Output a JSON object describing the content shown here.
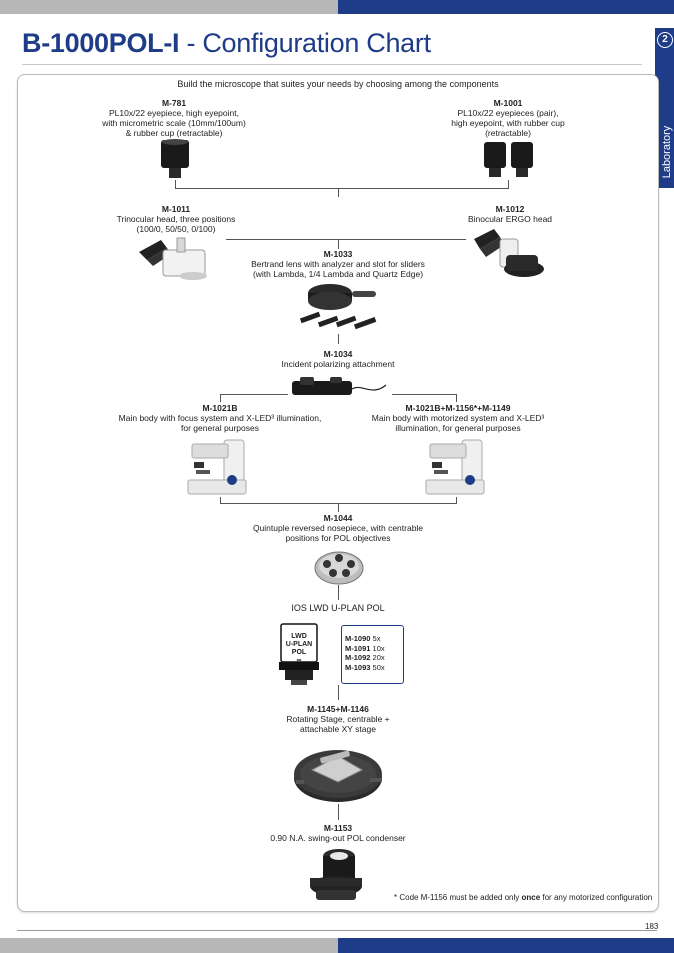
{
  "header": {
    "model": "B-1000POL-I",
    "separator": " - ",
    "subtitle": "Configuration Chart",
    "side_number": "2",
    "side_label": "Laboratory"
  },
  "intro": "Build the microscope that suites your needs by choosing among the components",
  "components": {
    "m781": {
      "code": "M-781",
      "l1": "PL10x/22 eyepiece, high eyepoint,",
      "l2": "with micrometric scale (10mm/100um)",
      "l3": "& rubber cup (retractable)"
    },
    "m1001": {
      "code": "M-1001",
      "l1": "PL10x/22 eyepieces (pair),",
      "l2": "high eyepoint, with rubber cup",
      "l3": "(retractable)"
    },
    "m1011": {
      "code": "M-1011",
      "l1": "Trinocular head, three positions",
      "l2": "(100/0, 50/50, 0/100)"
    },
    "m1012": {
      "code": "M-1012",
      "l1": "Binocular ERGO head"
    },
    "m1033": {
      "code": "M-1033",
      "l1": "Bertrand lens with analyzer and slot for sliders",
      "l2": "(with Lambda, 1/4 Lambda and Quartz Edge)"
    },
    "m1034": {
      "code": "M-1034",
      "l1": "Incident polarizing attachment"
    },
    "m1021b": {
      "code": "M-1021B",
      "l1": "Main body with focus system and X-LED³ illumination,",
      "l2": "for general purposes"
    },
    "m1021b_mot": {
      "code": "M-1021B+M-1156*+M-1149",
      "l1": "Main body with motorized system and X-LED³",
      "l2": "illumination, for general purposes"
    },
    "m1044": {
      "code": "M-1044",
      "l1": "Quintuple reversed nosepiece, with centrable",
      "l2": "positions for POL objectives"
    },
    "objectives_title": "IOS LWD U-PLAN POL",
    "objective_label": [
      "LWD",
      "U-PLAN",
      "POL",
      "∞"
    ],
    "objectives": [
      {
        "code": "M-1090",
        "mag": "5x"
      },
      {
        "code": "M-1091",
        "mag": "10x"
      },
      {
        "code": "M-1092",
        "mag": "20x"
      },
      {
        "code": "M-1093",
        "mag": "50x"
      }
    ],
    "m1145": {
      "code": "M-1145+M-1146",
      "l1": "Rotating Stage, centrable +",
      "l2": "attachable XY stage"
    },
    "m1153": {
      "code": "M-1153",
      "l1": "0.90 N.A. swing-out POL condenser"
    }
  },
  "footnote": {
    "pre": "* Code M-1156 must be added only ",
    "bold": "once",
    "post": " for any motorized configuration"
  },
  "page_number": "183"
}
